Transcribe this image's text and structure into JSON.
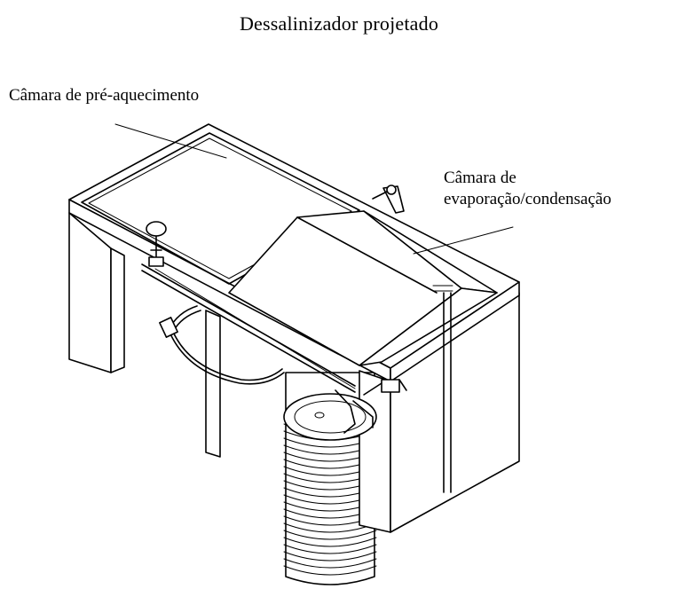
{
  "figure": {
    "title": "Dessalinizador projetado",
    "labels": {
      "preheat_chamber": "Câmara de pré-aquecimento",
      "evap_chamber_line1": "Câmara de",
      "evap_chamber_line2": "evaporação/condensação"
    }
  }
}
